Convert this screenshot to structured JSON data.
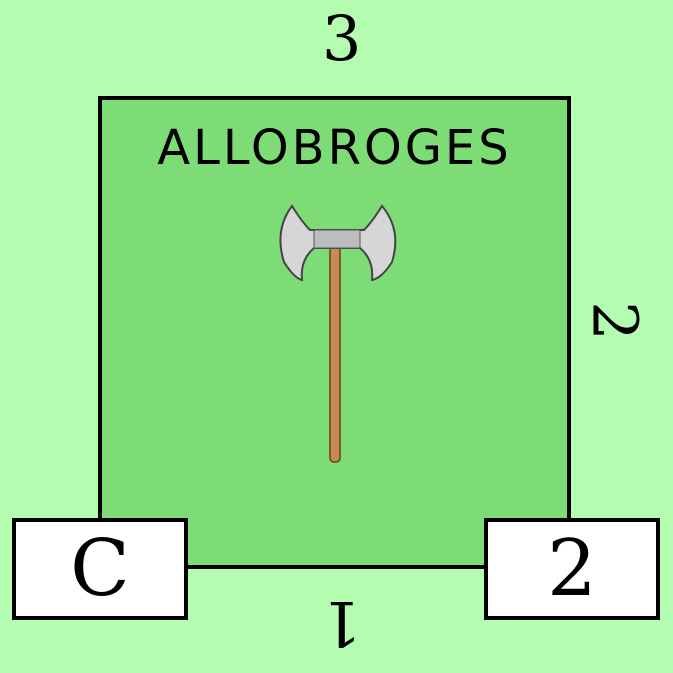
{
  "tile": {
    "name": "ALLOBROGES",
    "icon": "battle-axe-icon",
    "edges": {
      "top": "3",
      "right": "2",
      "bottom": "1"
    },
    "corner_left": "C",
    "corner_right": "2",
    "colors": {
      "background": "#b4fcb0",
      "card": "#7edc76",
      "border": "#000000"
    }
  }
}
